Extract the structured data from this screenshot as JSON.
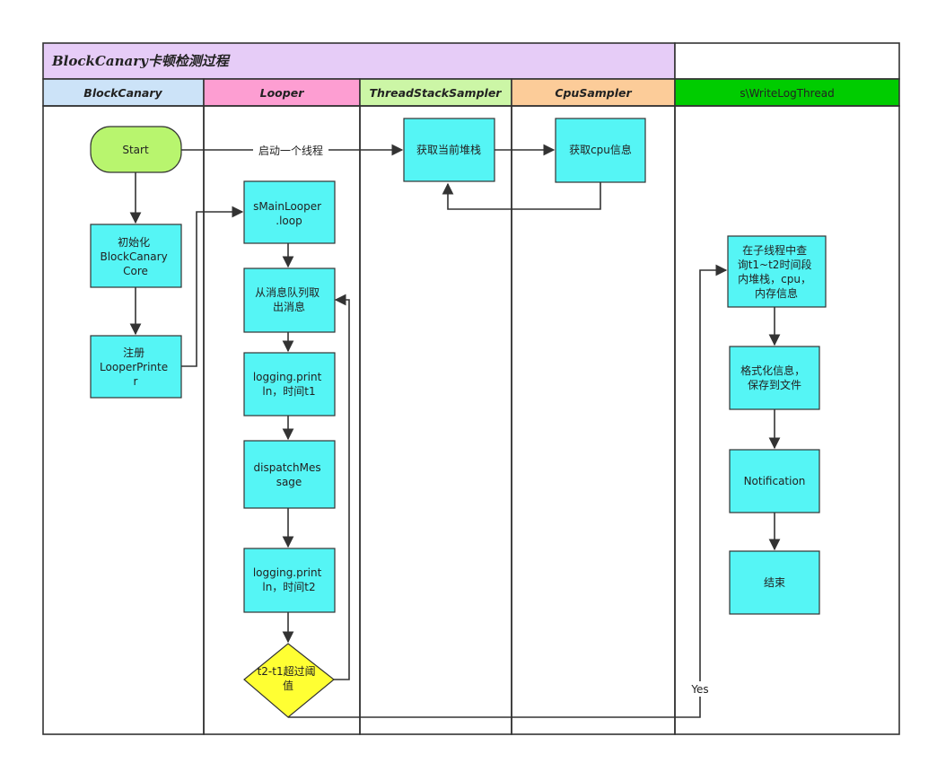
{
  "title": "BlockCanary卡顿检测过程",
  "colors": {
    "title_bg": "#e6ccf7",
    "lane_blockcanary": "#cce3f8",
    "lane_looper": "#fd9ed2",
    "lane_threadstack": "#ccf6a6",
    "lane_cpusampler": "#fccc99",
    "lane_writelog": "#00cc00",
    "process_box": "#55f5f5",
    "start_node": "#b8f56e",
    "decision_node": "#ffff33"
  },
  "lanes": {
    "blockcanary": "BlockCanary",
    "looper": "Looper",
    "threadstack": "ThreadStackSampler",
    "cpusampler": "CpuSampler",
    "writelog": "s\\WriteLogThread"
  },
  "nodes": {
    "start": "Start",
    "init": [
      "初始化",
      "BlockCanary",
      "Core"
    ],
    "register": [
      "注册",
      "LooperPrinte",
      "r"
    ],
    "main_looper": [
      "sMainLooper",
      ".loop"
    ],
    "fetch_message": [
      "从消息队列取",
      "出消息"
    ],
    "println_t1": [
      "logging.print",
      "ln，时间t1"
    ],
    "dispatch": [
      "dispatchMes",
      "sage"
    ],
    "println_t2": [
      "logging.print",
      "ln，时间t2"
    ],
    "decision": [
      "t2-t1超过阈",
      "值"
    ],
    "get_stack": "获取当前堆栈",
    "get_cpu": "获取cpu信息",
    "query_info": [
      "在子线程中查",
      "询t1~t2时间段",
      "内堆栈，cpu，",
      "内存信息"
    ],
    "format_save": [
      "格式化信息，",
      "保存到文件"
    ],
    "notification": "Notification",
    "end": "结束"
  },
  "edges": {
    "start_thread": "启动一个线程",
    "yes": "Yes"
  }
}
